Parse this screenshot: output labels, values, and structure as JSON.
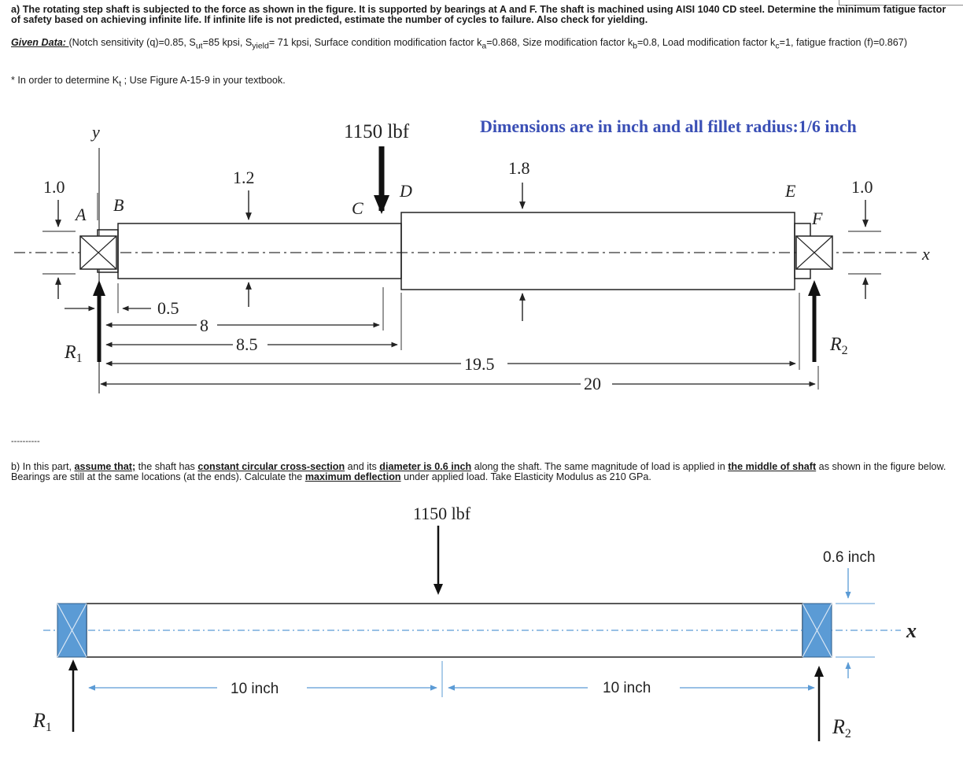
{
  "part_a": {
    "problem_text": "a) The rotating step shaft is subjected to the force as shown in the figure. It is supported by bearings at A and F. The shaft is machined using AISI 1040 CD steel. Determine the minimum fatigue factor of safety based on achieving infinite life. If infinite life is not predicted, estimate the number of cycles to failure. Also check for yielding.",
    "given_label": "Given Data: ",
    "given_text": "(Notch sensitivity (q)=0.85, S",
    "sut_sub": "ut",
    "sut_val": "=85 kpsi, S",
    "syield_sub": "yield",
    "syield_val": "= 71 kpsi, Surface condition modification factor k",
    "ka_sub": "a",
    "ka_val": "=0.868, Size modification factor k",
    "kb_sub": "b",
    "kb_val": "=0.8, Load modification factor k",
    "kc_sub": "c",
    "kc_val": "=1, fatigue fraction (f)=0.867)",
    "note_prefix": "* In order to determine K",
    "note_sub": "t",
    "note_suffix": " ; Use Figure A-15-9 in your textbook."
  },
  "figure_a": {
    "load": "1150 lbf",
    "dimensions_note": "Dimensions are in inch and all fillet radius:1/6 inch",
    "labels": {
      "y": "y",
      "A": "A",
      "B": "B",
      "C": "C",
      "D": "D",
      "E": "E",
      "F": "F",
      "x": "x",
      "R1": "R",
      "R1_sub": "1",
      "R2": "R",
      "R2_sub": "2"
    },
    "diameters": {
      "left_bearing": "1.0",
      "small_section": "1.2",
      "large_section": "1.8",
      "right_bearing": "1.0"
    },
    "dims": {
      "d1": "0.5",
      "d2": "8",
      "d3": "8.5",
      "d4": "19.5",
      "d5": "20"
    }
  },
  "separator": "----------",
  "part_b": {
    "t1": "b) In this part, ",
    "u1": "assume that;",
    "t2": " the shaft has ",
    "u2": "constant circular cross-section",
    "t3": " and its ",
    "u3": "diameter is 0.6 inch",
    "t4": " along the shaft. The same magnitude of load is applied in ",
    "u4": "the middle of shaft",
    "t5": " as shown in the figure below. Bearings are still at the same locations (at the ends). Calculate the ",
    "u5": "maximum deflection",
    "t6": " under applied load. Take Elasticity Modulus as 210 GPa."
  },
  "figure_b": {
    "load": "1150 lbf",
    "diameter": "0.6 inch",
    "left_span": "10 inch",
    "right_span": "10 inch",
    "x": "x",
    "R1": "R",
    "R1_sub": "1",
    "R2": "R",
    "R2_sub": "2",
    "colors": {
      "bearing": "#5b9bd5",
      "dim": "#5b9bd5"
    }
  }
}
